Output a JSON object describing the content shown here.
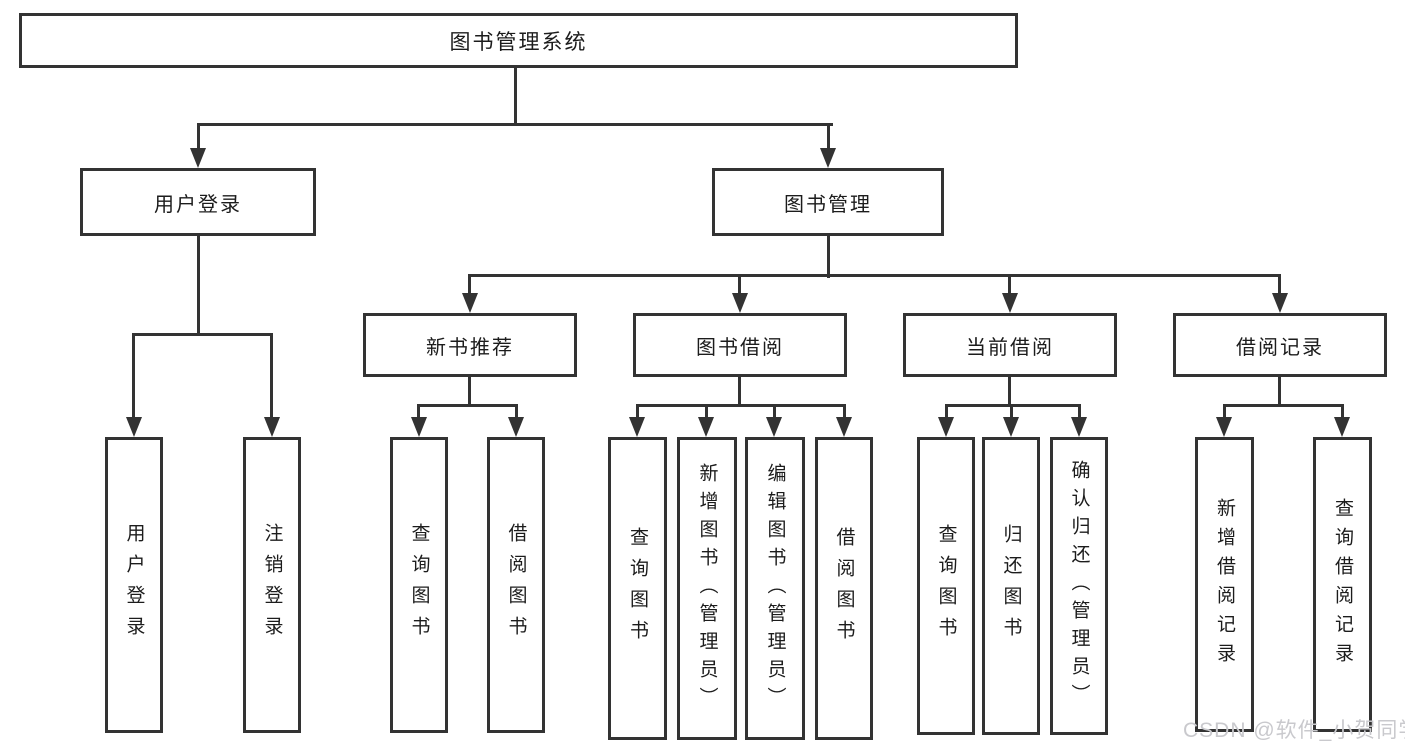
{
  "diagram": {
    "root_label": "图书管理系统",
    "level2": [
      {
        "label": "用户登录"
      },
      {
        "label": "图书管理"
      }
    ],
    "level3": [
      {
        "label": "新书推荐"
      },
      {
        "label": "图书借阅"
      },
      {
        "label": "当前借阅"
      },
      {
        "label": "借阅记录"
      }
    ],
    "leaves": {
      "user_login": [
        "用户登录",
        "注销登录"
      ],
      "new_book_recommend": [
        "查询图书",
        "借阅图书"
      ],
      "book_borrow": [
        "查询图书",
        "新增图书（管理员）",
        "编辑图书（管理员）",
        "借阅图书"
      ],
      "current_borrow": [
        "查询图书",
        "归还图书",
        "确认归还（管理员）"
      ],
      "borrow_records": [
        "新增借阅记录",
        "查询借阅记录"
      ]
    },
    "watermark": "CSDN @软件_小贺同学"
  },
  "colors": {
    "line": "#333333",
    "text": "#1c1c1c",
    "background": "#ffffff",
    "watermark": "#c9c9cd"
  }
}
